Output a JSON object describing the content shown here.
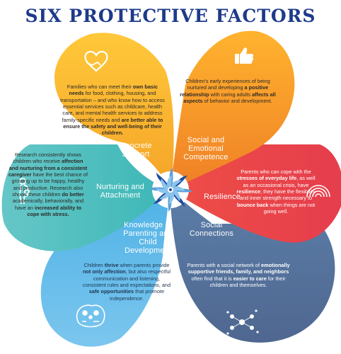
{
  "title": "SIX PROTECTIVE FACTORS",
  "colors": {
    "title": "#1e3a8a",
    "concrete_support": "#f5a328",
    "social_emotional": "#ef7f26",
    "resilience": "#e53d4d",
    "social_connections": "#4f6790",
    "knowledge": "#4fb2e6",
    "nurturing": "#3cb7b6",
    "pinwheel": "#1f4aa0"
  },
  "factors": {
    "concrete_support": {
      "heading": "Concrete Support",
      "icon": "heart-hands-icon",
      "body": "Families who can meet their <b>own basic needs</b> for food, clothing, housing, and transportation – and who know how to access essential services such as childcare, health care, and mental health services to address family-specific needs and <b>are better able to ensure the safety and well-being of their children.</b>"
    },
    "social_emotional": {
      "heading": "Social and Emotional Competence",
      "icon": "thumbs-up-icon",
      "body": "Children’s early experiences of being nurtured and developing <b>a positive relationship</b> with caring adults <b>affects all aspects</b> of behavior and development."
    },
    "resilience": {
      "heading": "Resilience",
      "icon": "rainbow-spring-icon",
      "body": "Parents who can cope with the <b>stresses of everyday life</b>, as well as an occasional crisis, have <b>resilience</b>; they have the flexibility and inner strength necessary to <b>bounce back</b> when things are not going well."
    },
    "nurturing": {
      "heading": "Nurturing and Attachment",
      "icon": "pregnant-woman-icon",
      "body": "Research consistently shows children who receive <b>affection and nurturing from a consistent caregiver</b> have the best chance of growing up to be happy, healthy and productive. Research also shows these children <b>do better</b> academically, behaviorally, and have an <b>increased ability to cope with stress.</b>"
    },
    "knowledge": {
      "heading": "Knowledge of Parenting and Child Development",
      "icon": "family-thought-icon",
      "body": "Children <b>thrive</b> when parents provide <b>not only affection</b>, but also respectful communication and listening, consistent rules and expectations, and <b>safe opportunities</b> that promote independence."
    },
    "social_connections": {
      "heading": "Social Connections",
      "icon": "network-people-icon",
      "body": "Parents with a social network of <b>emotionally supportive friends, family, and neighbors</b> often find that it is <b>easier to care</b> for their children and themselves."
    }
  }
}
